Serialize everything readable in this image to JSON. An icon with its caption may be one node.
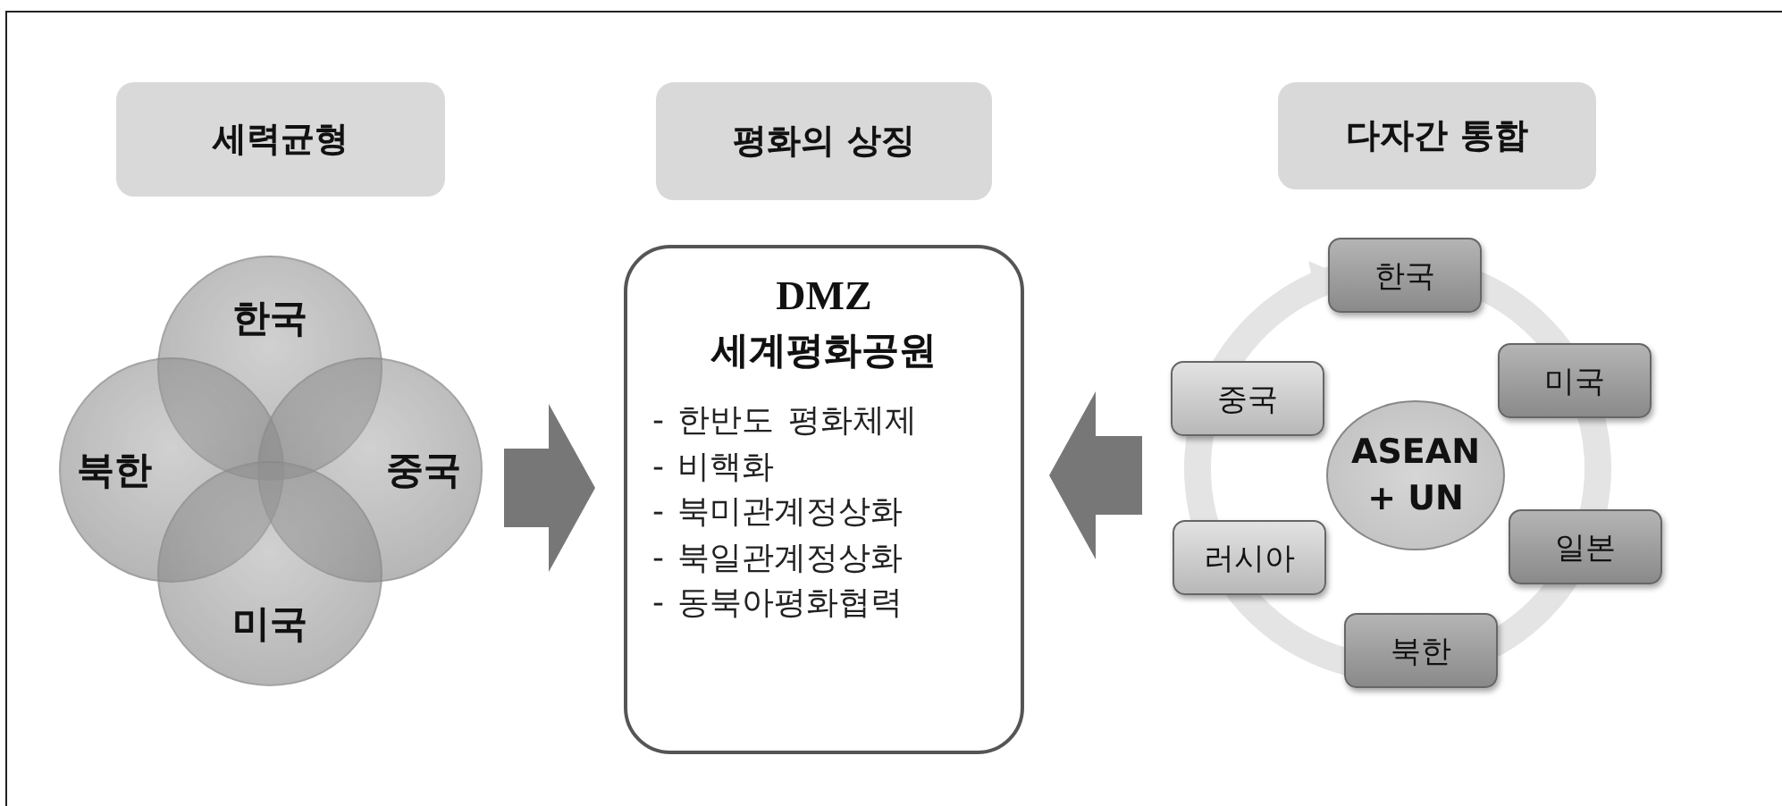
{
  "diagram": {
    "nodes": [
      {
        "text": [
          "세력균형"
        ]
      },
      {
        "text": [
          "평화의 상징"
        ]
      },
      {
        "text": [
          "다자간 통합"
        ]
      },
      {
        "text": [
          "한국"
        ]
      },
      {
        "text": [
          "북한"
        ]
      },
      {
        "text": [
          "중국"
        ]
      },
      {
        "text": [
          "미국"
        ]
      },
      {
        "text": [
          "DMZ",
          "세계평화공원",
          "- 한반도 평화체제",
          "- 비핵화",
          "- 북미관계정상화",
          "- 북일관계정상화",
          "- 동북아평화협력"
        ]
      },
      {
        "text": [
          "한국"
        ]
      },
      {
        "text": [
          "미국"
        ]
      },
      {
        "text": [
          "일본"
        ]
      },
      {
        "text": [
          "북한"
        ]
      },
      {
        "text": [
          "러시아"
        ]
      },
      {
        "text": [
          "중국"
        ]
      },
      {
        "text": [
          "ASEAN + UN"
        ]
      }
    ],
    "edges": [
      {
        "from": 5,
        "to": 7,
        "arrow": "to"
      },
      {
        "from": 13,
        "to": 7,
        "arrow": "to"
      }
    ]
  }
}
